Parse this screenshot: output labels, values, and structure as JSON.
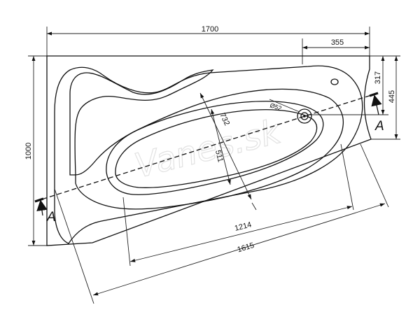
{
  "dimensions": {
    "total_length": "1700",
    "total_width": "1000",
    "drain_offset_x": "355",
    "drain_offset_y": "317",
    "section_offset": "445",
    "drain_diameter": "Ø52",
    "inner_width": "732",
    "basin_width": "511",
    "basin_length": "1214",
    "bath_length": "1615"
  },
  "section_label": "A",
  "watermark": "Vanes.sk"
}
